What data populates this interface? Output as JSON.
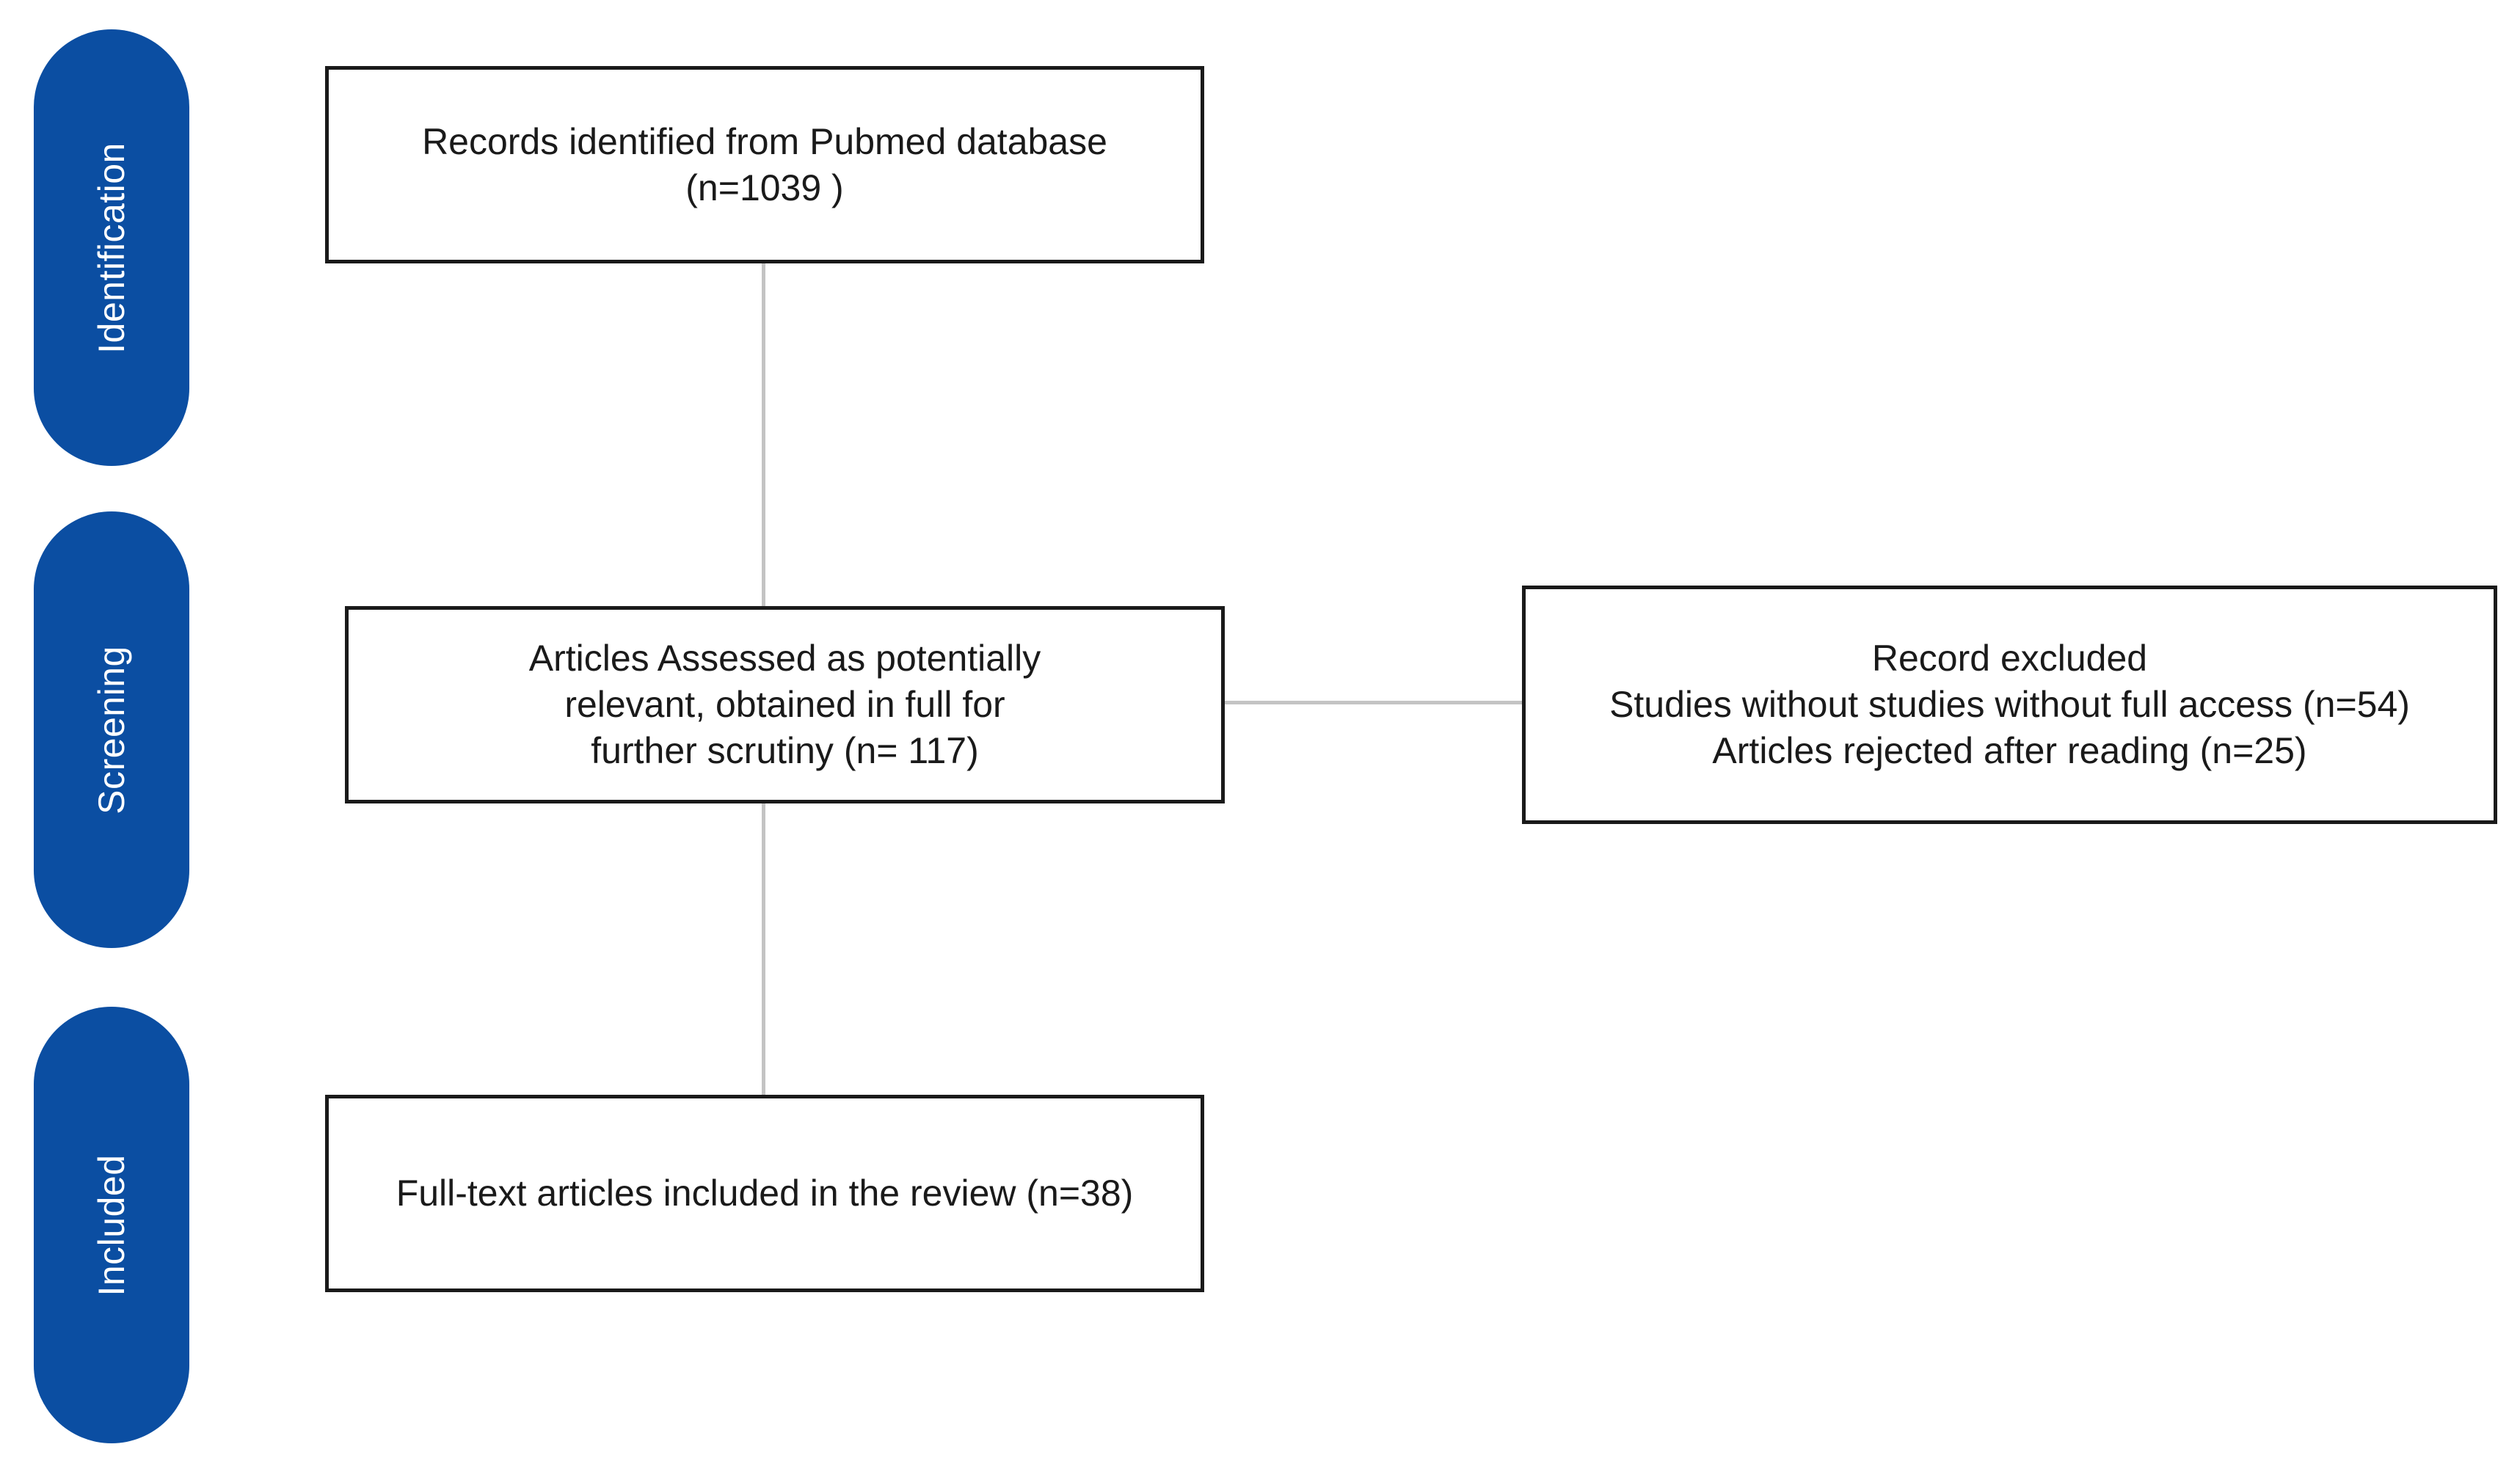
{
  "colors": {
    "stage_fill": "#0b4ea2",
    "stage_text": "#ffffff",
    "box_border": "#1a1a1a",
    "connector": "#c4c4c4"
  },
  "stages": {
    "identification": "Identification",
    "screening": "Screening",
    "included": "Included"
  },
  "boxes": {
    "identified": {
      "line1": "Records identified from Pubmed database",
      "line2": "(n=1039 )"
    },
    "assessed": {
      "line1": "Articles Assessed as potentially",
      "line2": "relevant, obtained in full for",
      "line3": "further scrutiny (n= 117)"
    },
    "excluded": {
      "line1": "Record excluded",
      "line2": "Studies without studies without full access (n=54)",
      "line3": "Articles rejected after reading (n=25)"
    },
    "included": {
      "line1": "Full-text articles included in the review (n=38)"
    }
  }
}
